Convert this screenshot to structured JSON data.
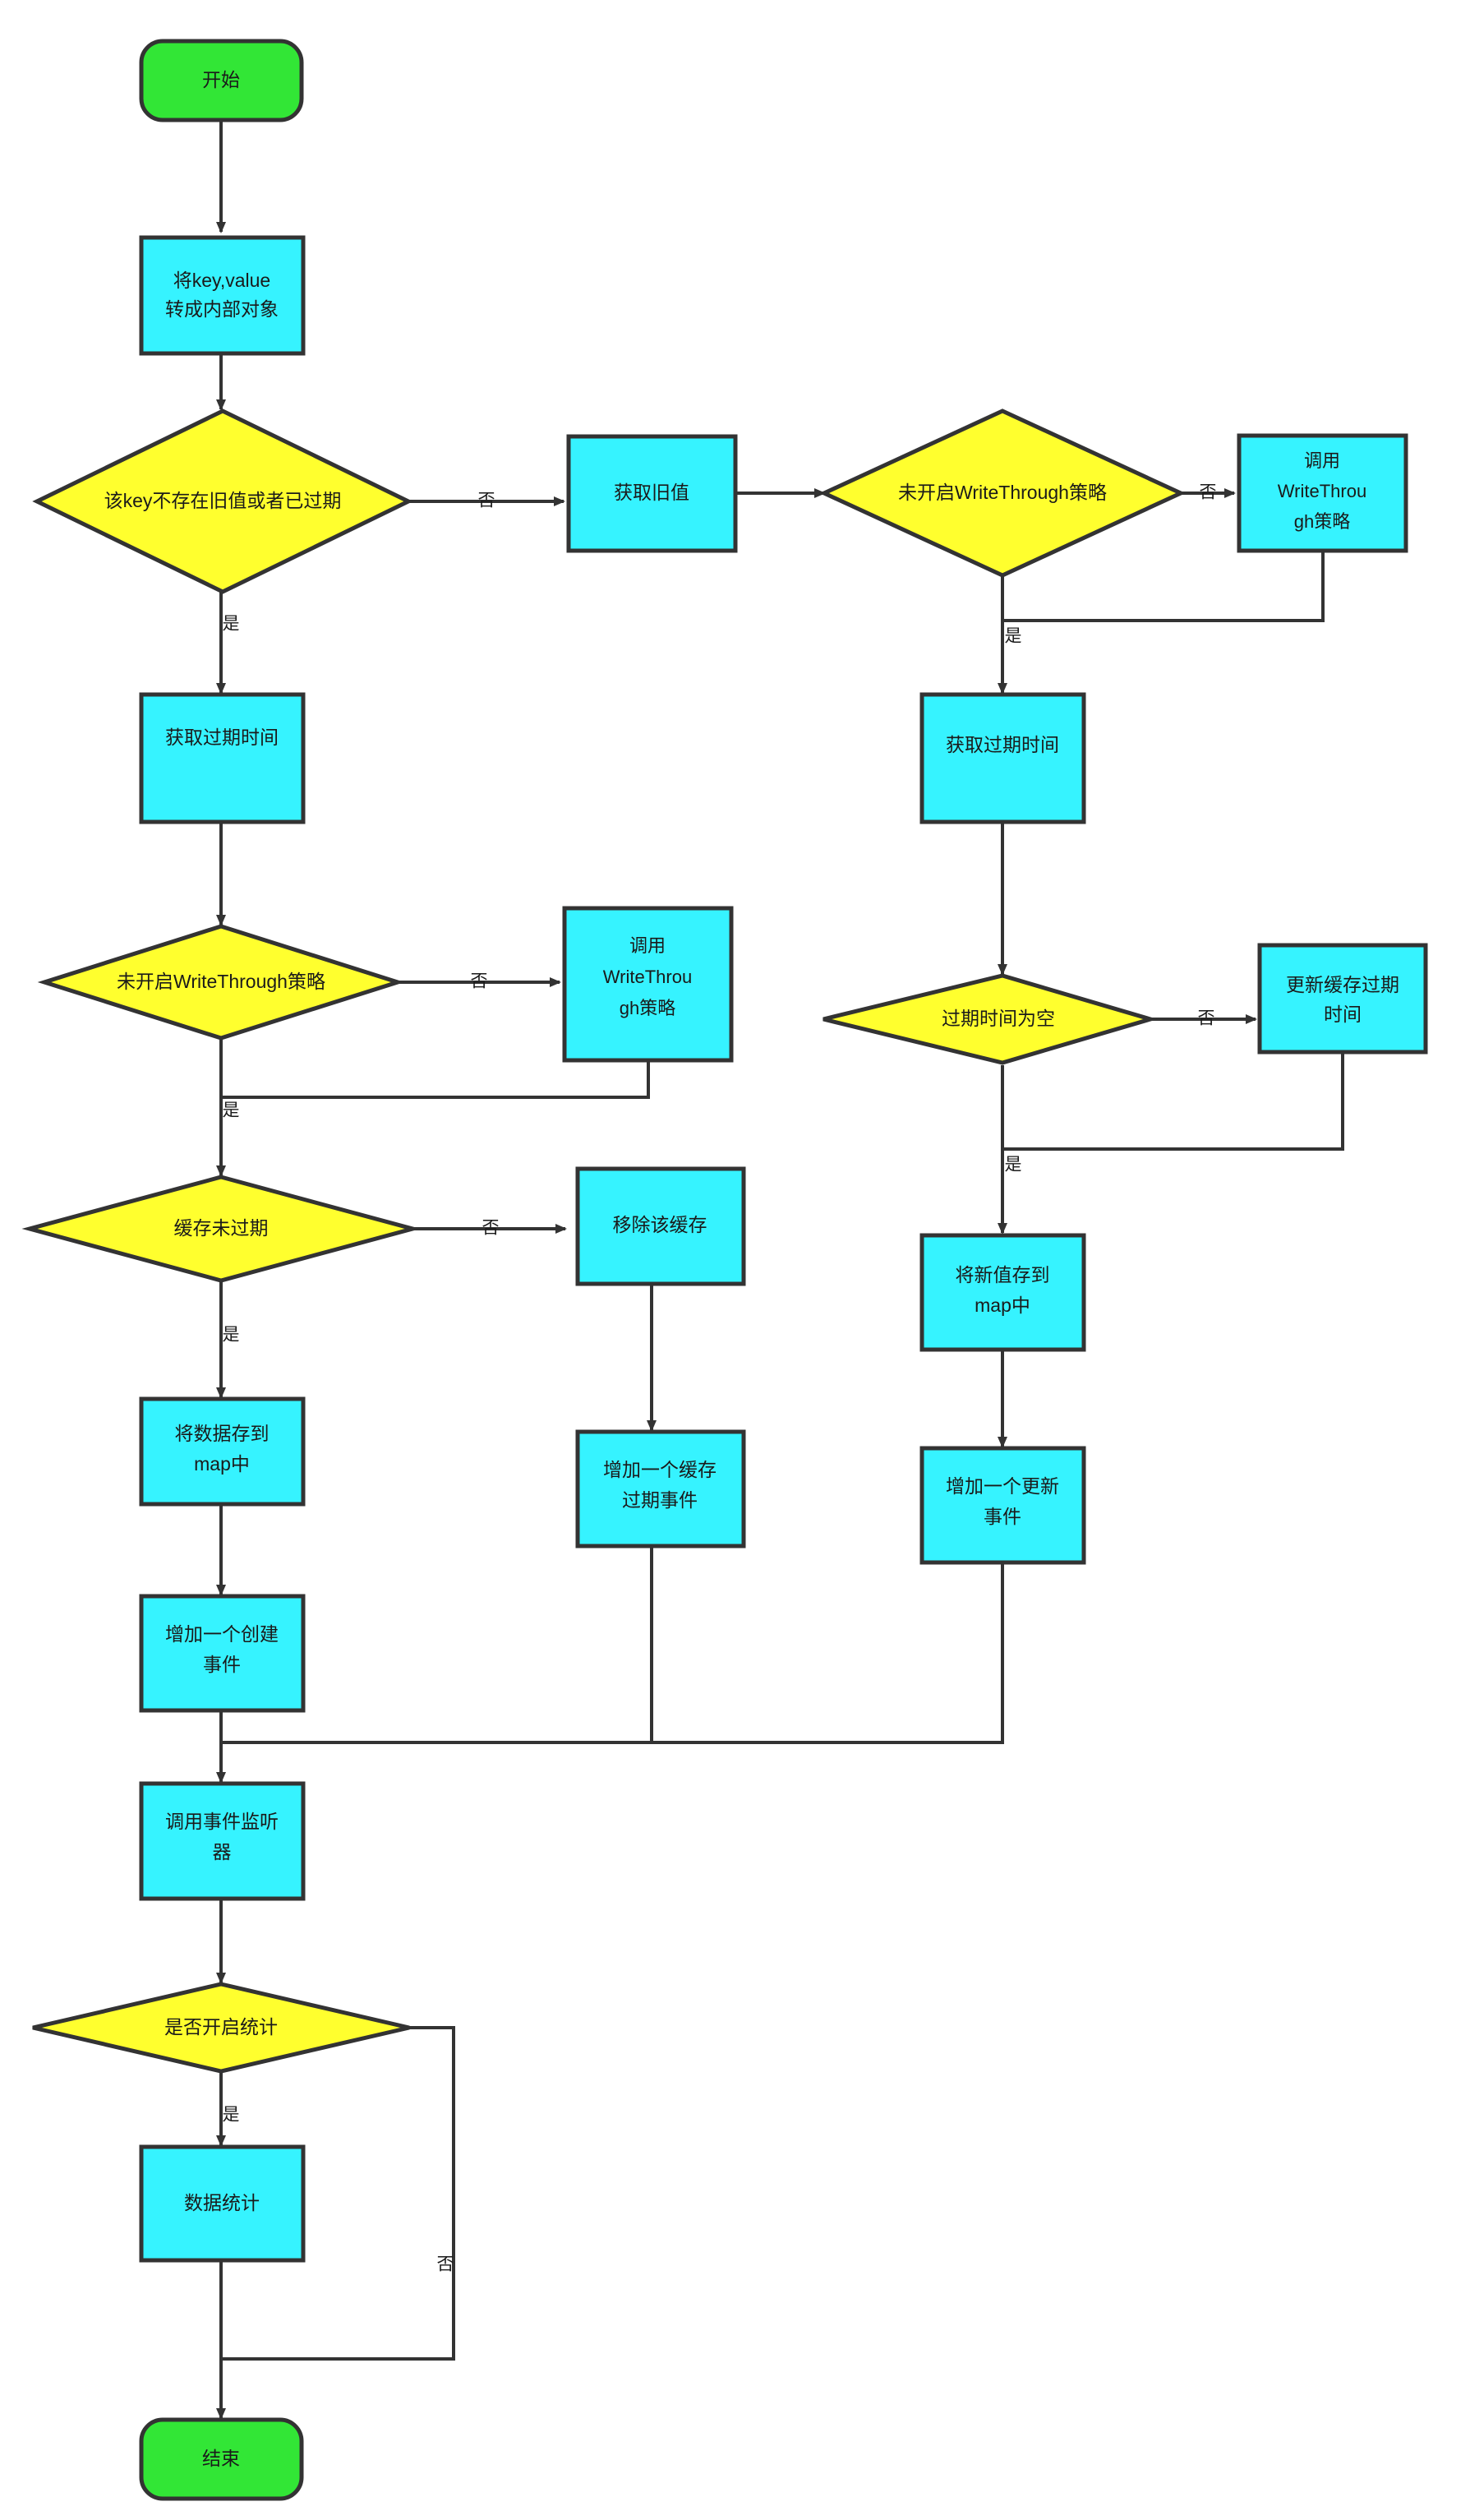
{
  "diagram": {
    "type": "flowchart",
    "title": "",
    "colors": {
      "process_fill": "#36f3ff",
      "decision_fill": "#ffff2e",
      "terminator_fill": "#32e636",
      "stroke": "#333333",
      "background": "#ffffff",
      "text": "#1a1a1a"
    },
    "nodes": [
      {
        "id": "start",
        "shape": "terminator",
        "label": "开始"
      },
      {
        "id": "convert",
        "shape": "process",
        "label": "将key,value\n转成内部对象",
        "lines": [
          "将key,value",
          "转成内部对象"
        ]
      },
      {
        "id": "keyabsent",
        "shape": "decision",
        "label": "该key不存在旧值或者已过期",
        "lines": [
          "该key不存在旧值或者已过期"
        ]
      },
      {
        "id": "getoldvalue",
        "shape": "process",
        "label": "获取旧值",
        "lines": [
          "获取旧值"
        ]
      },
      {
        "id": "wt_right",
        "shape": "decision",
        "label": "未开启WriteThrough策略",
        "lines": [
          "未开启WriteThrough策略"
        ]
      },
      {
        "id": "callwt_right",
        "shape": "process",
        "label": "调用WriteThrough策略",
        "lines": [
          "调用",
          "WriteThrou",
          "gh策略"
        ]
      },
      {
        "id": "getexp_left",
        "shape": "process",
        "label": "获取过期时间",
        "lines": [
          "获取过期时间"
        ]
      },
      {
        "id": "getexp_right",
        "shape": "process",
        "label": "获取过期时间",
        "lines": [
          "获取过期时间"
        ]
      },
      {
        "id": "wt_left",
        "shape": "decision",
        "label": "未开启WriteThrough策略",
        "lines": [
          "未开启WriteThrough策略"
        ]
      },
      {
        "id": "callwt_left",
        "shape": "process",
        "label": "调用WriteThrough策略",
        "lines": [
          "调用",
          "WriteThrou",
          "gh策略"
        ]
      },
      {
        "id": "expnull",
        "shape": "decision",
        "label": "过期时间为空",
        "lines": [
          "过期时间为空"
        ]
      },
      {
        "id": "updexp",
        "shape": "process",
        "label": "更新缓存过期时间",
        "lines": [
          "更新缓存过期",
          "时间"
        ]
      },
      {
        "id": "notexpired",
        "shape": "decision",
        "label": "缓存未过期",
        "lines": [
          "缓存未过期"
        ]
      },
      {
        "id": "removecache",
        "shape": "process",
        "label": "移除该缓存",
        "lines": [
          "移除该缓存"
        ]
      },
      {
        "id": "savenew",
        "shape": "process",
        "label": "将新值存到map中",
        "lines": [
          "将新值存到",
          "map中"
        ]
      },
      {
        "id": "savedata",
        "shape": "process",
        "label": "将数据存到map中",
        "lines": [
          "将数据存到",
          "map中"
        ]
      },
      {
        "id": "expevent",
        "shape": "process",
        "label": "增加一个缓存过期事件",
        "lines": [
          "增加一个缓存",
          "过期事件"
        ]
      },
      {
        "id": "updevent",
        "shape": "process",
        "label": "增加一个更新事件",
        "lines": [
          "增加一个更新",
          "事件"
        ]
      },
      {
        "id": "createevent",
        "shape": "process",
        "label": "增加一个创建事件",
        "lines": [
          "增加一个创建",
          "事件"
        ]
      },
      {
        "id": "calllistener",
        "shape": "process",
        "label": "调用事件监听器",
        "lines": [
          "调用事件监听",
          "器"
        ]
      },
      {
        "id": "statsdec",
        "shape": "decision",
        "label": "是否开启统计",
        "lines": [
          "是否开启统计"
        ]
      },
      {
        "id": "stats",
        "shape": "process",
        "label": "数据统计",
        "lines": [
          "数据统计"
        ]
      },
      {
        "id": "end",
        "shape": "terminator",
        "label": "结束"
      }
    ],
    "edges": [
      {
        "from": "start",
        "to": "convert",
        "label": ""
      },
      {
        "from": "convert",
        "to": "keyabsent",
        "label": ""
      },
      {
        "from": "keyabsent",
        "to": "getoldvalue",
        "label": "否"
      },
      {
        "from": "keyabsent",
        "to": "getexp_left",
        "label": "是"
      },
      {
        "from": "getoldvalue",
        "to": "wt_right",
        "label": ""
      },
      {
        "from": "wt_right",
        "to": "callwt_right",
        "label": "否"
      },
      {
        "from": "wt_right",
        "to": "getexp_right",
        "label": "是"
      },
      {
        "from": "callwt_right",
        "to": "getexp_right",
        "label": ""
      },
      {
        "from": "getexp_left",
        "to": "wt_left",
        "label": ""
      },
      {
        "from": "wt_left",
        "to": "callwt_left",
        "label": "否"
      },
      {
        "from": "wt_left",
        "to": "notexpired",
        "label": "是"
      },
      {
        "from": "callwt_left",
        "to": "notexpired",
        "label": ""
      },
      {
        "from": "getexp_right",
        "to": "expnull",
        "label": ""
      },
      {
        "from": "expnull",
        "to": "updexp",
        "label": "否"
      },
      {
        "from": "expnull",
        "to": "savenew",
        "label": "是"
      },
      {
        "from": "updexp",
        "to": "savenew",
        "label": ""
      },
      {
        "from": "notexpired",
        "to": "removecache",
        "label": "否"
      },
      {
        "from": "notexpired",
        "to": "savedata",
        "label": "是"
      },
      {
        "from": "removecache",
        "to": "expevent",
        "label": ""
      },
      {
        "from": "savenew",
        "to": "updevent",
        "label": ""
      },
      {
        "from": "savedata",
        "to": "createevent",
        "label": ""
      },
      {
        "from": "createevent",
        "to": "calllistener",
        "label": ""
      },
      {
        "from": "expevent",
        "to": "calllistener",
        "label": ""
      },
      {
        "from": "updevent",
        "to": "calllistener",
        "label": ""
      },
      {
        "from": "calllistener",
        "to": "statsdec",
        "label": ""
      },
      {
        "from": "statsdec",
        "to": "stats",
        "label": "是"
      },
      {
        "from": "statsdec",
        "to": "end",
        "label": "否"
      },
      {
        "from": "stats",
        "to": "end",
        "label": ""
      }
    ],
    "edge_labels": {
      "yes": "是",
      "no": "否"
    }
  }
}
